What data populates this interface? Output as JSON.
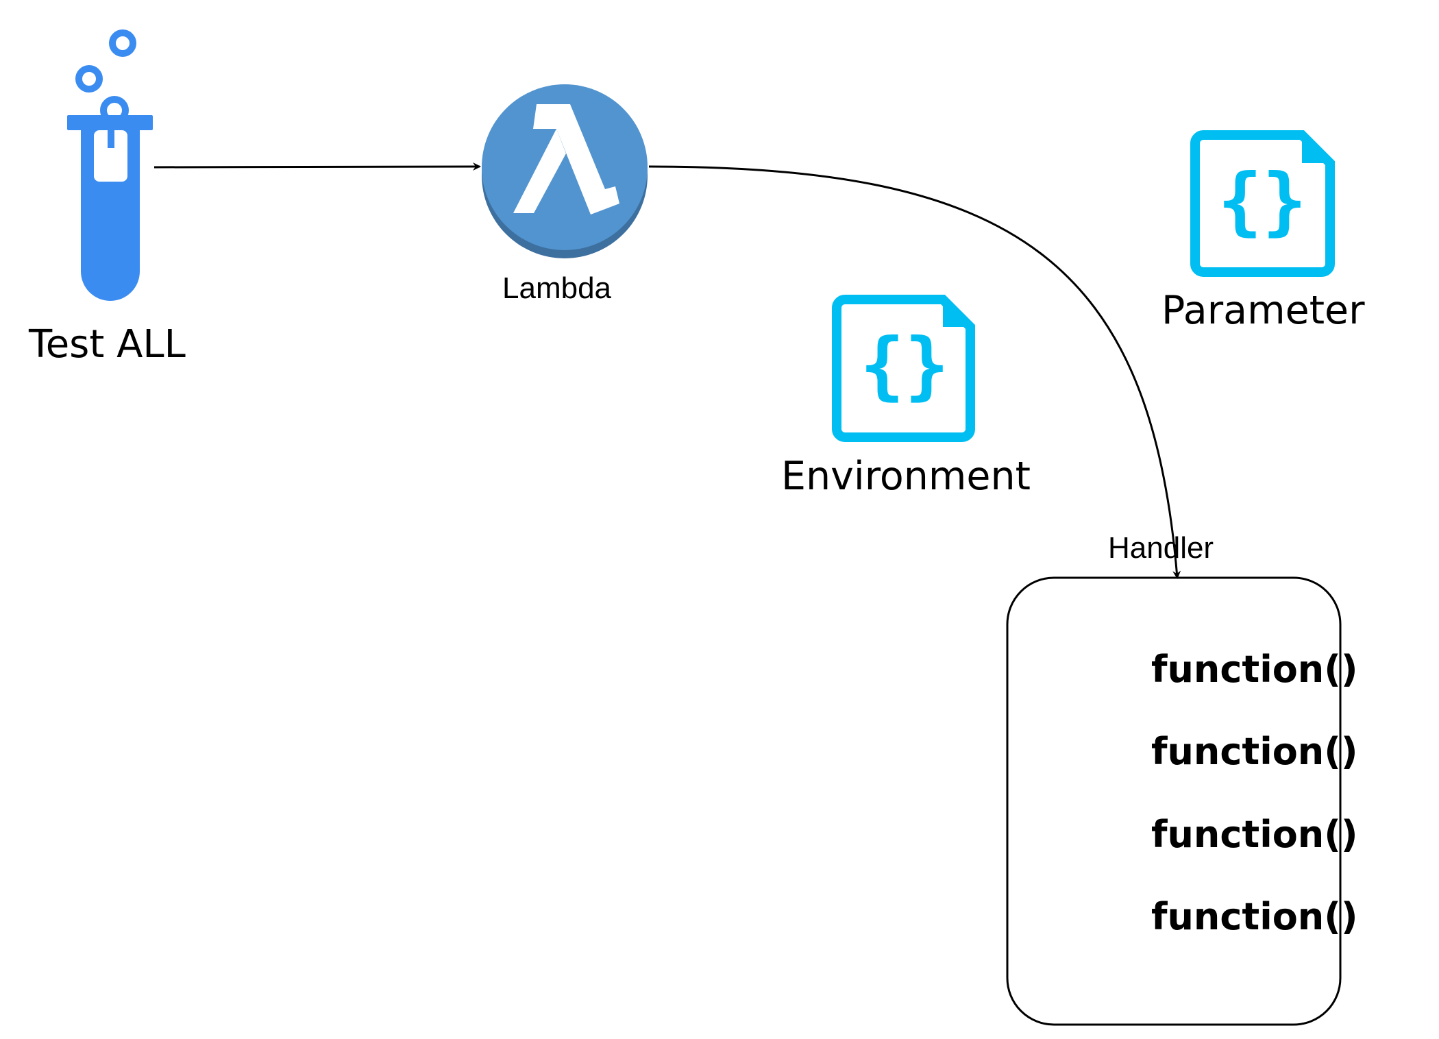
{
  "nodes": {
    "test_all": {
      "label": "Test ALL",
      "icon": "test-tube-icon",
      "color": "#3b8cf1"
    },
    "lambda": {
      "label": "Lambda",
      "icon": "aws-lambda-icon",
      "color": "#5294cf"
    },
    "environment": {
      "label": "Environment",
      "icon": "json-file-icon",
      "color": "#00bef2"
    },
    "parameter": {
      "label": "Parameter",
      "icon": "json-file-icon",
      "color": "#00bef2"
    },
    "handler": {
      "label": "Handler",
      "functions": [
        "function()",
        "function()",
        "function()",
        "function()"
      ]
    }
  },
  "edges": [
    {
      "from": "Test ALL",
      "to": "Lambda"
    },
    {
      "from": "Lambda",
      "to": "Handler"
    }
  ]
}
